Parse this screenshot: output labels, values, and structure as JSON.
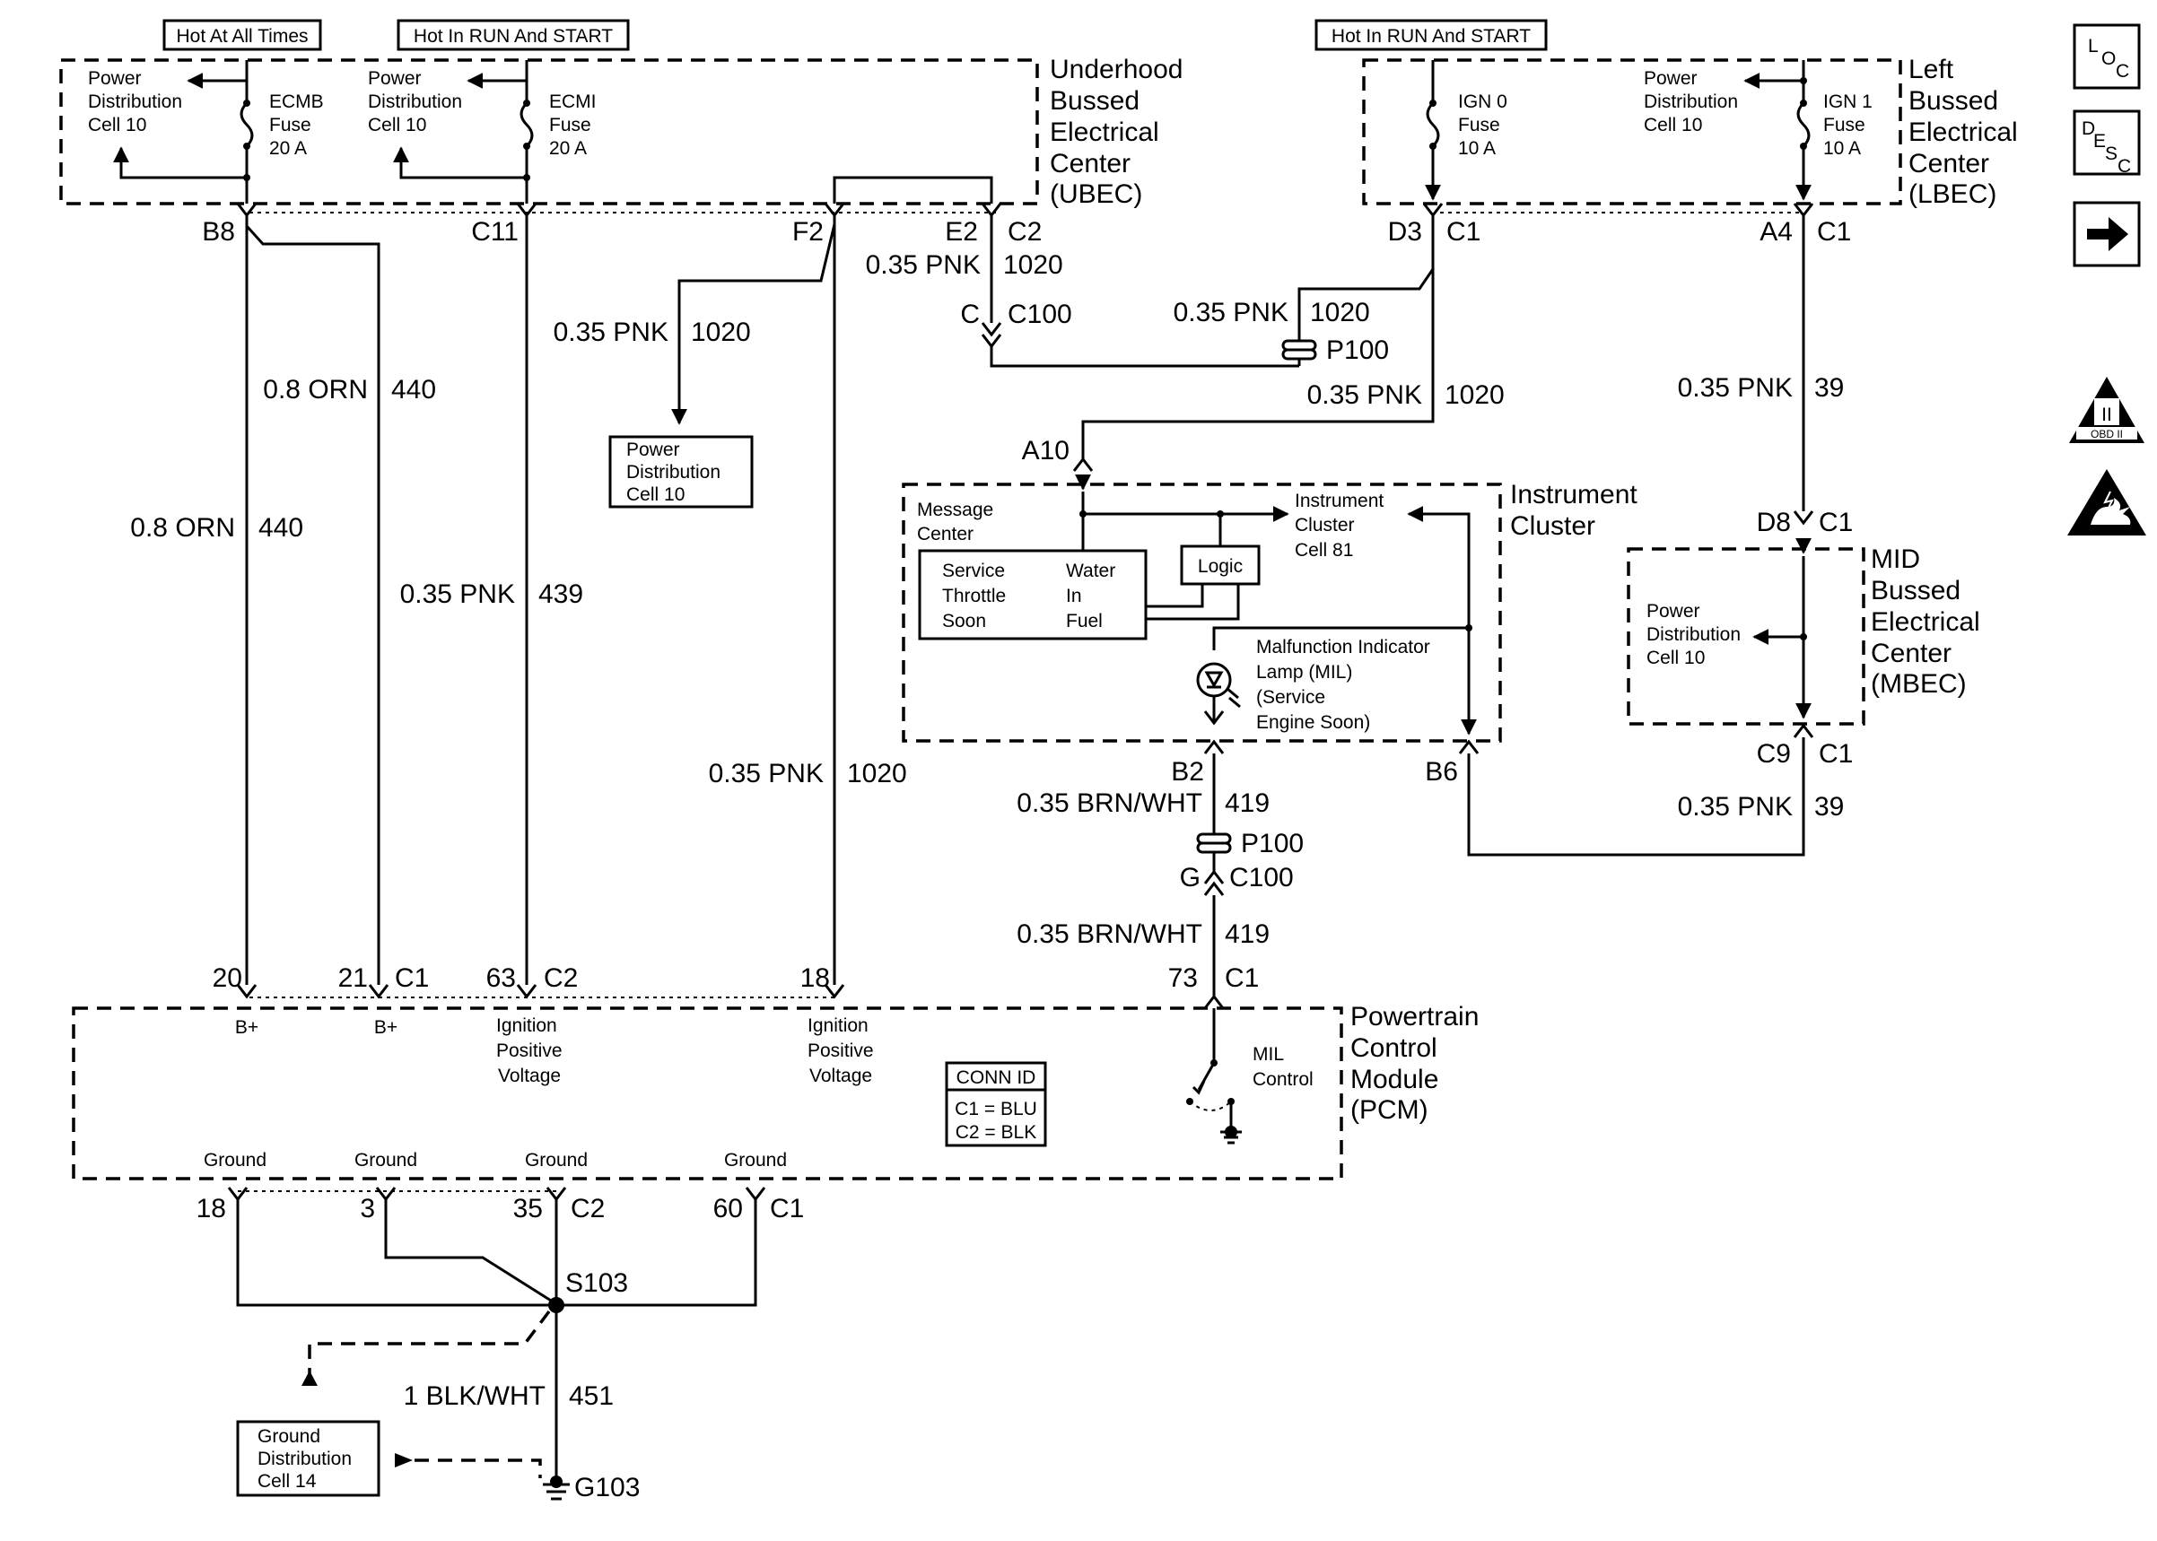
{
  "headers": {
    "hot_at_all_times": "Hot At All Times",
    "hot_run_start_1": "Hot In RUN And START",
    "hot_run_start_2": "Hot In RUN And START"
  },
  "ubec": {
    "name_lines": [
      "Underhood",
      "Bussed",
      "Electrical",
      "Center",
      "(UBEC)"
    ],
    "pd1_lines": [
      "Power",
      "Distribution",
      "Cell 10"
    ],
    "fuse1_lines": [
      "ECMB",
      "Fuse",
      "20 A"
    ],
    "pd2_lines": [
      "Power",
      "Distribution",
      "Cell 10"
    ],
    "fuse2_lines": [
      "ECMI",
      "Fuse",
      "20 A"
    ]
  },
  "lbec": {
    "name_lines": [
      "Left",
      "Bussed",
      "Electrical",
      "Center",
      "(LBEC)"
    ],
    "fuse1_lines": [
      "IGN 0",
      "Fuse",
      "10 A"
    ],
    "pd_lines": [
      "Power",
      "Distribution",
      "Cell 10"
    ],
    "fuse2_lines": [
      "IGN 1",
      "Fuse",
      "10 A"
    ]
  },
  "mbec": {
    "name_lines": [
      "MID",
      "Bussed",
      "Electrical",
      "Center",
      "(MBEC)"
    ],
    "pd_lines": [
      "Power",
      "Distribution",
      "Cell 10"
    ]
  },
  "cluster": {
    "name_lines": [
      "Instrument",
      "Cluster"
    ],
    "msg_center_lines": [
      "Message",
      "Center"
    ],
    "ic_cell_lines": [
      "Instrument",
      "Cluster",
      "Cell 81"
    ],
    "sts_lines": [
      "Service",
      "Throttle",
      "Soon"
    ],
    "wif_lines": [
      "Water",
      "In",
      "Fuel"
    ],
    "logic": "Logic",
    "mil_lines": [
      "Malfunction Indicator",
      "Lamp (MIL)",
      "(Service",
      "Engine Soon)"
    ]
  },
  "pcm": {
    "name_lines": [
      "Powertrain",
      "Control",
      "Module",
      "(PCM)"
    ],
    "bplus1": "B+",
    "bplus2": "B+",
    "ign1_lines": [
      "Ignition",
      "Positive",
      "Voltage"
    ],
    "ign2_lines": [
      "Ignition",
      "Positive",
      "Voltage"
    ],
    "conn_title": "CONN ID",
    "conn_lines": [
      "C1 = BLU",
      "C2 = BLK"
    ],
    "mil_ctrl_lines": [
      "MIL",
      "Control"
    ],
    "grounds": [
      "Ground",
      "Ground",
      "Ground",
      "Ground"
    ]
  },
  "pd_box_lines": [
    "Power",
    "Distribution",
    "Cell 10"
  ],
  "gd_box_lines": [
    "Ground",
    "Distribution",
    "Cell 14"
  ],
  "pins": {
    "b8": "B8",
    "c11": "C11",
    "f2": "F2",
    "e2": "E2",
    "c2a": "C2",
    "c": "C",
    "c100a": "C100",
    "d3": "D3",
    "c1a": "C1",
    "a4": "A4",
    "c1b": "C1",
    "a10": "A10",
    "d8": "D8",
    "c1c": "C1",
    "c9": "C9",
    "c1d": "C1",
    "b2": "B2",
    "b6": "B6",
    "g": "G",
    "c100b": "C100",
    "p20": "20",
    "p21": "21",
    "c1e": "C1",
    "p63": "63",
    "c2b": "C2",
    "p18a": "18",
    "p73": "73",
    "c1f": "C1",
    "g18": "18",
    "g3": "3",
    "g35": "35",
    "c2c": "C2",
    "g60": "60",
    "c1g": "C1",
    "p100a": "P100",
    "p100b": "P100",
    "s103": "S103",
    "g103": "G103"
  },
  "wires": {
    "w1": {
      "color": "0.8 ORN",
      "circuit": "440"
    },
    "w2": {
      "color": "0.8 ORN",
      "circuit": "440"
    },
    "w3": {
      "color": "0.35 PNK",
      "circuit": "439"
    },
    "w4": {
      "color": "0.35 PNK",
      "circuit": "1020"
    },
    "w5": {
      "color": "0.35 PNK",
      "circuit": "1020"
    },
    "w6": {
      "color": "0.35 PNK",
      "circuit": "1020"
    },
    "w7": {
      "color": "0.35 PNK",
      "circuit": "1020"
    },
    "w8": {
      "color": "0.35 PNK",
      "circuit": "1020"
    },
    "w9": {
      "color": "0.35 PNK",
      "circuit": "39"
    },
    "w10": {
      "color": "0.35 PNK",
      "circuit": "39"
    },
    "w11": {
      "color": "0.35 BRN/WHT",
      "circuit": "419"
    },
    "w12": {
      "color": "0.35 BRN/WHT",
      "circuit": "419"
    },
    "w13": {
      "color": "1 BLK/WHT",
      "circuit": "451"
    }
  },
  "side_icons": {
    "loc": [
      "L",
      "O",
      "C"
    ],
    "desc": [
      "D",
      "E",
      "S",
      "C"
    ],
    "obd": [
      "II",
      "OBD II"
    ]
  }
}
